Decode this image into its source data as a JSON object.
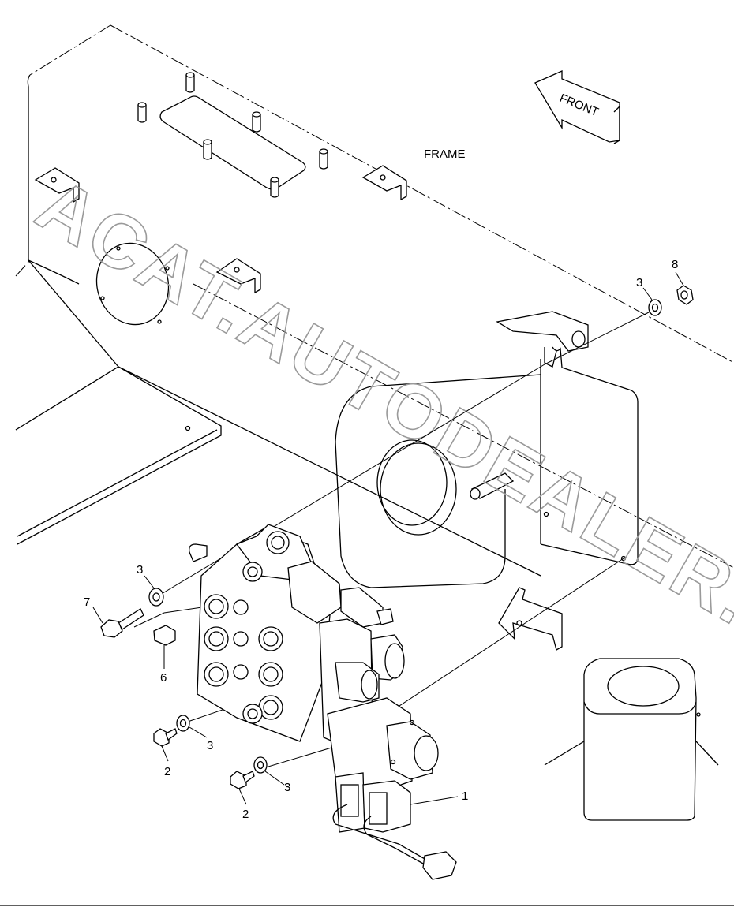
{
  "labels": {
    "frame": "FRAME",
    "front": "FRONT"
  },
  "watermark": "ACAT.AUTODEALER.RU",
  "callouts": [
    {
      "id": "callout-1",
      "text": "1"
    },
    {
      "id": "callout-2a",
      "text": "2"
    },
    {
      "id": "callout-2b",
      "text": "2"
    },
    {
      "id": "callout-3a",
      "text": "3"
    },
    {
      "id": "callout-3b",
      "text": "3"
    },
    {
      "id": "callout-3c",
      "text": "3"
    },
    {
      "id": "callout-3d",
      "text": "3"
    },
    {
      "id": "callout-6",
      "text": "6"
    },
    {
      "id": "callout-7",
      "text": "7"
    },
    {
      "id": "callout-8",
      "text": "8"
    }
  ]
}
